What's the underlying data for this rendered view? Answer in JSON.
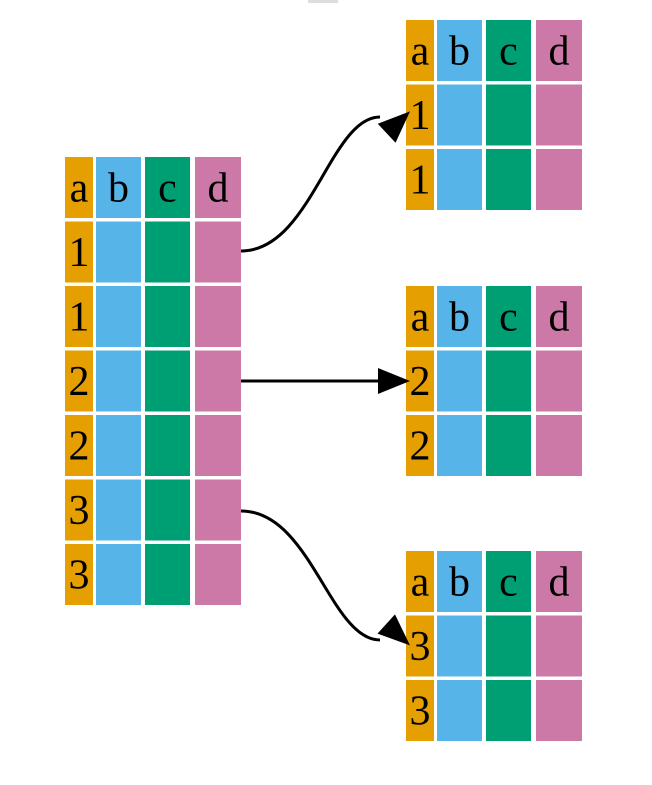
{
  "colors": {
    "a": "#E69F00",
    "b": "#56B4E9",
    "c": "#009E73",
    "d": "#CC79A7",
    "arrow": "#000000"
  },
  "columns": [
    "a",
    "b",
    "c",
    "d"
  ],
  "source_table": {
    "keys": [
      "1",
      "1",
      "2",
      "2",
      "3",
      "3"
    ]
  },
  "groups": [
    {
      "keys": [
        "1",
        "1"
      ]
    },
    {
      "keys": [
        "2",
        "2"
      ]
    },
    {
      "keys": [
        "3",
        "3"
      ]
    }
  ]
}
